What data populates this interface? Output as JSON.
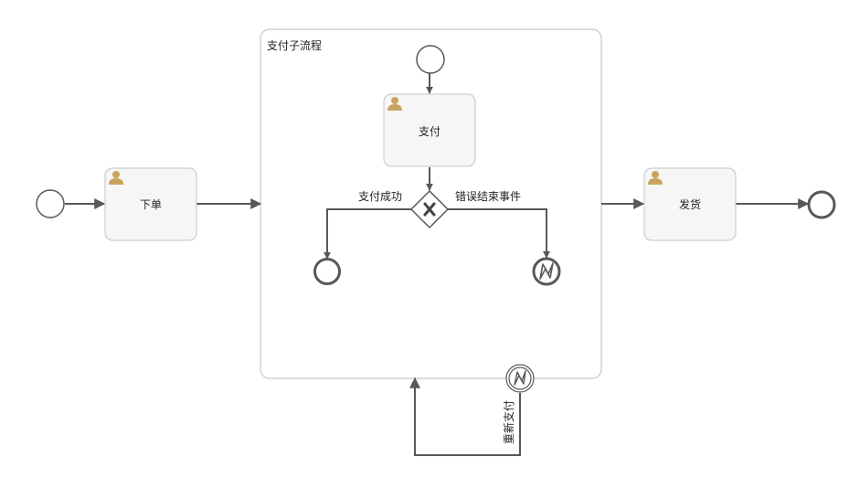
{
  "diagram": {
    "subprocess": {
      "label": "支付子流程"
    },
    "tasks": {
      "order": {
        "label": "下单",
        "icon": "user-task-icon"
      },
      "pay": {
        "label": "支付",
        "icon": "user-task-icon"
      },
      "ship": {
        "label": "发货",
        "icon": "user-task-icon"
      }
    },
    "flows": {
      "pay_success": {
        "label": "支付成功"
      },
      "error_end": {
        "label": "错误结束事件"
      },
      "retry_pay": {
        "label": "重新支付"
      }
    },
    "events": {
      "main_start": "start-event",
      "sub_start": "start-event",
      "sub_end": "end-event",
      "sub_error_end": "error-end-event",
      "boundary_error": "boundary-error-event",
      "main_end": "end-event"
    },
    "colors": {
      "line": "#585858",
      "task_fill": "#f6f6f6",
      "task_border": "#c4c4c4",
      "user_icon": "#c9a45f"
    }
  }
}
